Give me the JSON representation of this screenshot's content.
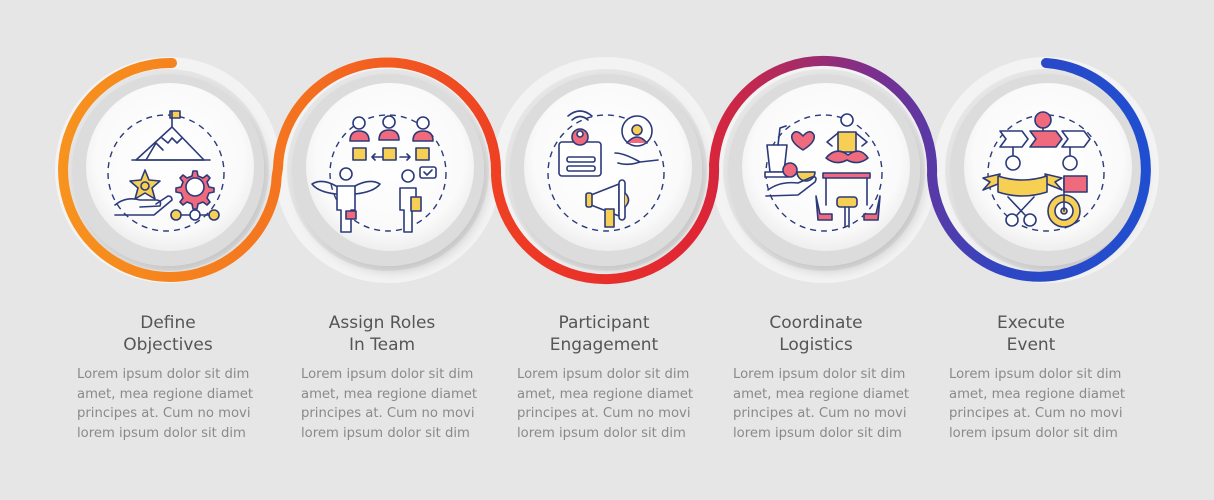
{
  "diagram": {
    "type": "loop-infographic",
    "colors": {
      "background": "#e6e6e6",
      "outline": "#2b3a7a",
      "pink": "#ef6a7c",
      "yellow": "#f7cf52",
      "gradient_stops": [
        "#f7931e",
        "#f4711f",
        "#ee3a24",
        "#e02534",
        "#7b2f8e",
        "#2d47c4",
        "#1f4fd1"
      ]
    },
    "steps": [
      {
        "title_line1": "Define",
        "title_line2": "Objectives",
        "icon": "mountain-star-gear-icon",
        "description": [
          "Lorem ipsum dolor sit dim",
          "amet, mea regione diamet",
          "principes at. Cum no movi",
          "lorem ipsum dolor sit dim"
        ]
      },
      {
        "title_line1": "Assign Roles",
        "title_line2": "In Team",
        "icon": "team-roles-icon",
        "description": [
          "Lorem ipsum dolor sit dim",
          "amet, mea regione diamet",
          "principes at. Cum no movi",
          "lorem ipsum dolor sit dim"
        ]
      },
      {
        "title_line1": "Participant",
        "title_line2": "Engagement",
        "icon": "megaphone-profile-icon",
        "description": [
          "Lorem ipsum dolor sit dim",
          "amet, mea regione diamet",
          "principes at. Cum no movi",
          "lorem ipsum dolor sit dim"
        ]
      },
      {
        "title_line1": "Coordinate",
        "title_line2": "Logistics",
        "icon": "food-yoga-seating-icon",
        "description": [
          "Lorem ipsum dolor sit dim",
          "amet, mea regione diamet",
          "principes at. Cum no movi",
          "lorem ipsum dolor sit dim"
        ]
      },
      {
        "title_line1": "Execute",
        "title_line2": "Event",
        "icon": "ribbon-cutting-target-icon",
        "description": [
          "Lorem ipsum dolor sit dim",
          "amet, mea regione diamet",
          "principes at. Cum no movi",
          "lorem ipsum dolor sit dim"
        ]
      }
    ]
  }
}
